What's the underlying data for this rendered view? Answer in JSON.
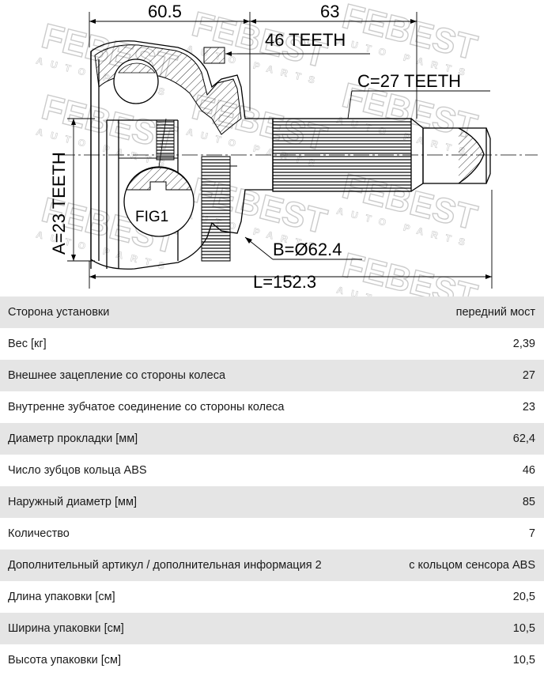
{
  "drawing": {
    "brand_logo": "FEBEST",
    "brand_subtitle": "AUTO PARTS",
    "dim_top_left": "60.5",
    "dim_top_right": "63",
    "label_abs_teeth": "46 TEETH",
    "label_c_teeth": "C=27 TEETH",
    "label_a_teeth": "A=23 TEETH",
    "label_fig": "FIG1",
    "label_b_diameter": "B=Ø62.4",
    "label_length": "L=152.3"
  },
  "specs": [
    {
      "label": "Сторона установки",
      "value": "передний мост"
    },
    {
      "label": "Вес [кг]",
      "value": "2,39"
    },
    {
      "label": "Внешнее зацепление со стороны колеса",
      "value": "27"
    },
    {
      "label": "Внутренне зубчатое соединение со стороны колеса",
      "value": "23"
    },
    {
      "label": "Диаметр прокладки [мм]",
      "value": "62,4"
    },
    {
      "label": "Число зубцов кольца ABS",
      "value": "46"
    },
    {
      "label": "Наружный диаметр [мм]",
      "value": "85"
    },
    {
      "label": "Количество",
      "value": "7"
    },
    {
      "label": "Дополнительный артикул / дополнительная информация 2",
      "value": "с кольцом сенсора ABS"
    },
    {
      "label": "Длина упаковки [см]",
      "value": "20,5"
    },
    {
      "label": "Ширина упаковки [см]",
      "value": "10,5"
    },
    {
      "label": "Высота упаковки [см]",
      "value": "10,5"
    }
  ]
}
